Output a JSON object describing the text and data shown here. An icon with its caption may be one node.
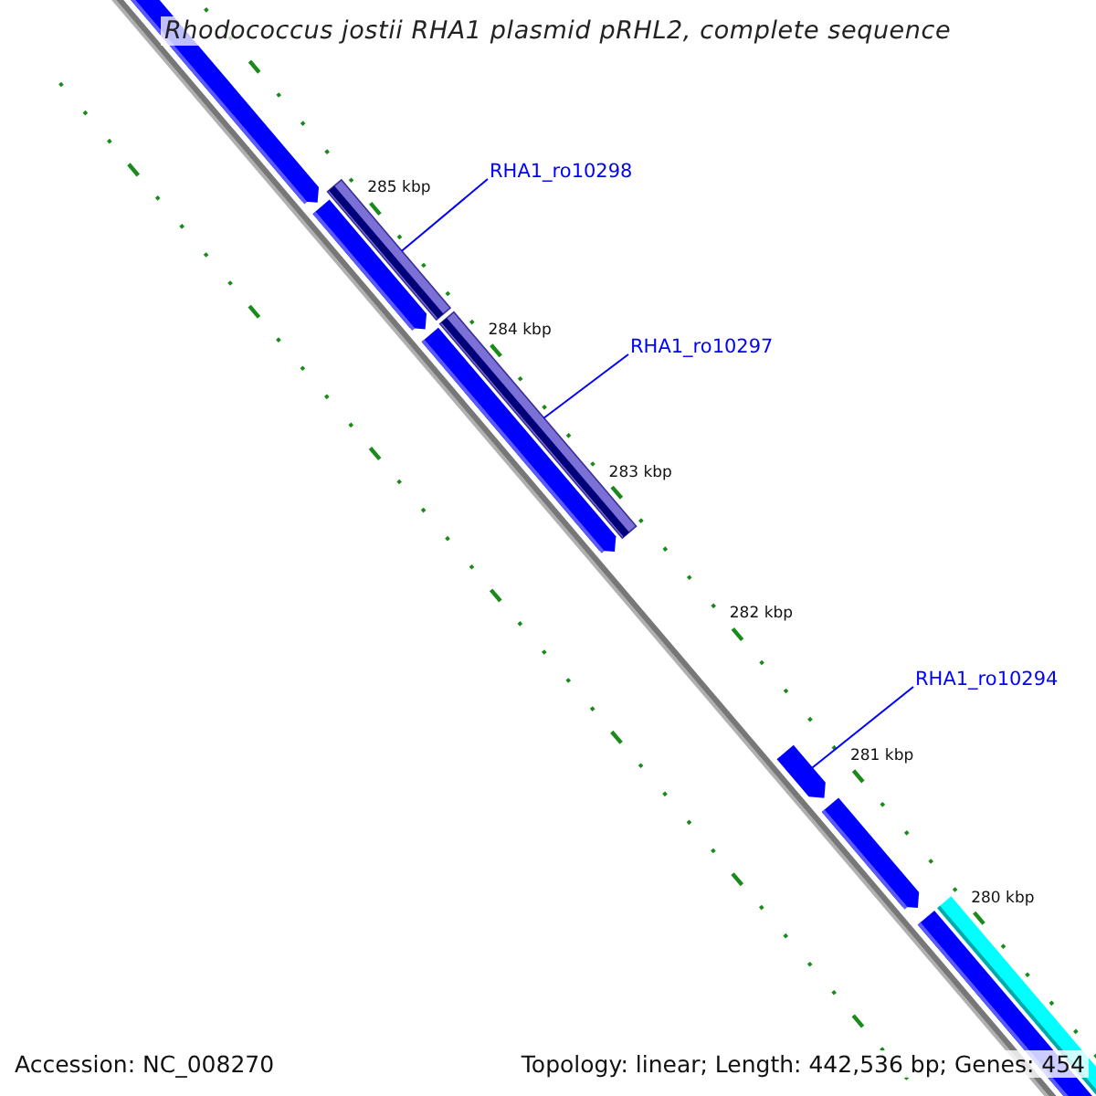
{
  "diagram": {
    "title": "Rhodococcus jostii RHA1 plasmid pRHL2, complete sequence",
    "nodes": [
      {
        "text": [
          "RHA1_ro10298"
        ]
      },
      {
        "text": [],
        "shape": "bar"
      },
      {
        "text": [
          "RHA1_ro10297"
        ]
      },
      {
        "text": [],
        "shape": "bar"
      },
      {
        "text": [
          "RHA1_ro10294"
        ]
      },
      {
        "text": [],
        "shape": "arrow"
      }
    ],
    "edges": [
      {
        "from": 0,
        "to": 1,
        "arrow": "none"
      },
      {
        "from": 2,
        "to": 3,
        "arrow": "none"
      },
      {
        "from": 4,
        "to": 5,
        "arrow": "none"
      }
    ],
    "labels": [
      "285 kbp",
      "284 kbp",
      "283 kbp",
      "282 kbp",
      "281 kbp",
      "280 kbp",
      "Accession: NC_008270",
      "Topology: linear; Length: 442,536 bp; Genes: 454"
    ]
  }
}
